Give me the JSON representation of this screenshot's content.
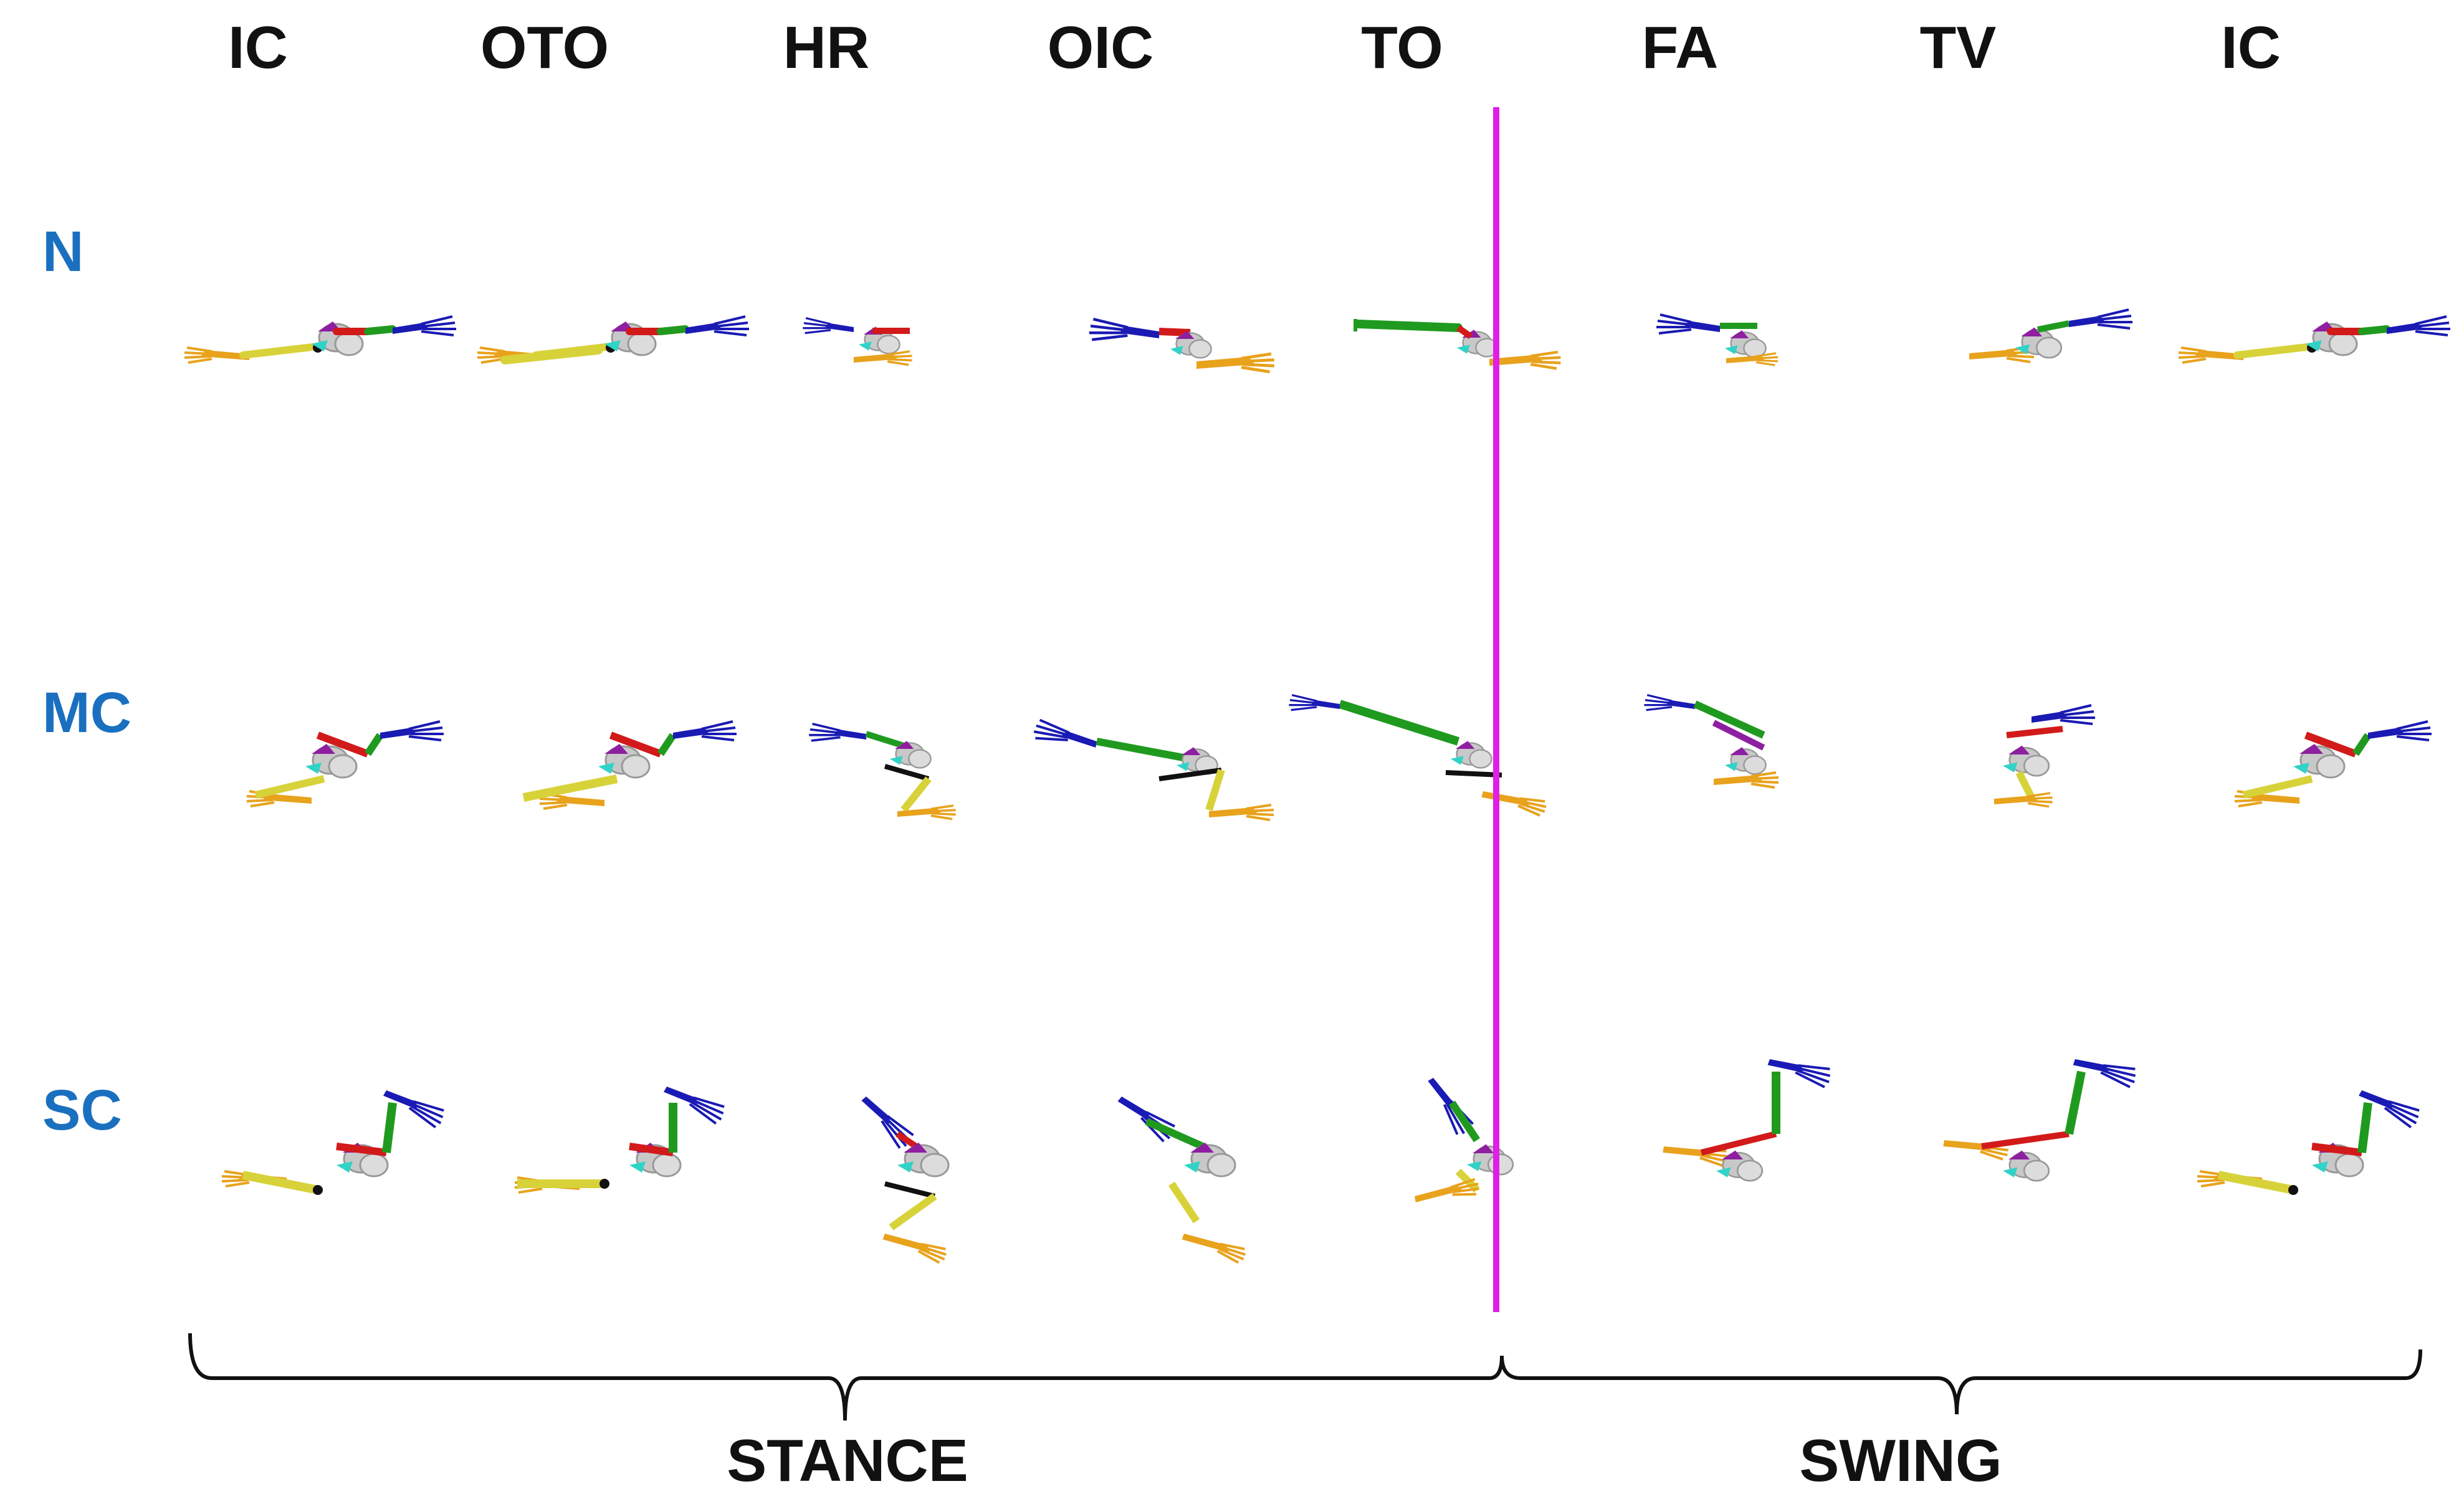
{
  "columns": [
    "IC",
    "OTO",
    "HR",
    "OIC",
    "TO",
    "FA",
    "TV",
    "IC"
  ],
  "rows": [
    "N",
    "MC",
    "SC"
  ],
  "phases": {
    "stance": "STANCE",
    "swing": "SWING"
  },
  "colors": {
    "row_label": "#1a6fbf",
    "divider": "#e11ee6",
    "foot": "#e8a21c",
    "tibia": "#d8d23a",
    "femur": "#1f9a1f",
    "pelvis": "#d21a1a",
    "spine": "#1a1ab4",
    "joint": "#8e1fa0",
    "ankle": "#111111",
    "bone_grey": "#c8c8c8",
    "cyan": "#2fd3c8"
  }
}
